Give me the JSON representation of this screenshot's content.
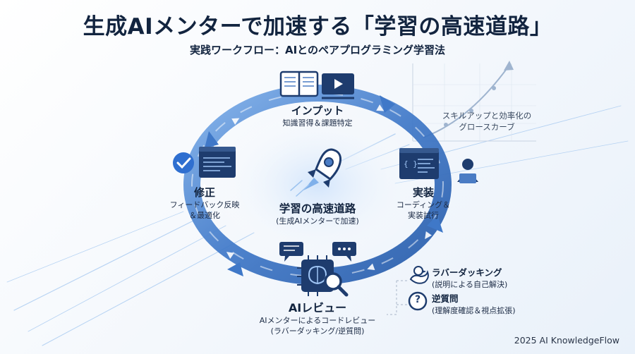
{
  "header": {
    "title": "生成AIメンターで加速する「学習の高速道路」",
    "subtitle": "実践ワークフロー：AIとのペアプログラミング学習法"
  },
  "center": {
    "title": "学習の高速道路",
    "subtitle": "(生成AIメンターで加速)"
  },
  "steps": {
    "input": {
      "title": "インプット",
      "subtitle": "知識習得＆課題特定"
    },
    "implement": {
      "title": "実装",
      "line1": "コーディング＆",
      "line2": "実装試行"
    },
    "review": {
      "title": "AIレビュー",
      "line1": "AIメンターによるコードレビュー",
      "line2": "(ラバーダッキング/逆質問)"
    },
    "fix": {
      "title": "修正",
      "line1": "フィードバック反映",
      "line2": "＆最適化"
    }
  },
  "growth": {
    "line1": "スキルアップと効率化の",
    "line2": "グロースカーブ"
  },
  "methods": [
    {
      "title": "ラバーダッキング",
      "subtitle": "(説明による自己解決)"
    },
    {
      "title": "逆質問",
      "subtitle": "(理解度確認＆視点拡張)"
    }
  ],
  "review_icon_char": "?",
  "footer": "2025 AI KnowledgeFlow",
  "colors": {
    "arrow": "#3f78c8",
    "dark": "#1e3c6e",
    "accent": "#2f6fd0"
  }
}
